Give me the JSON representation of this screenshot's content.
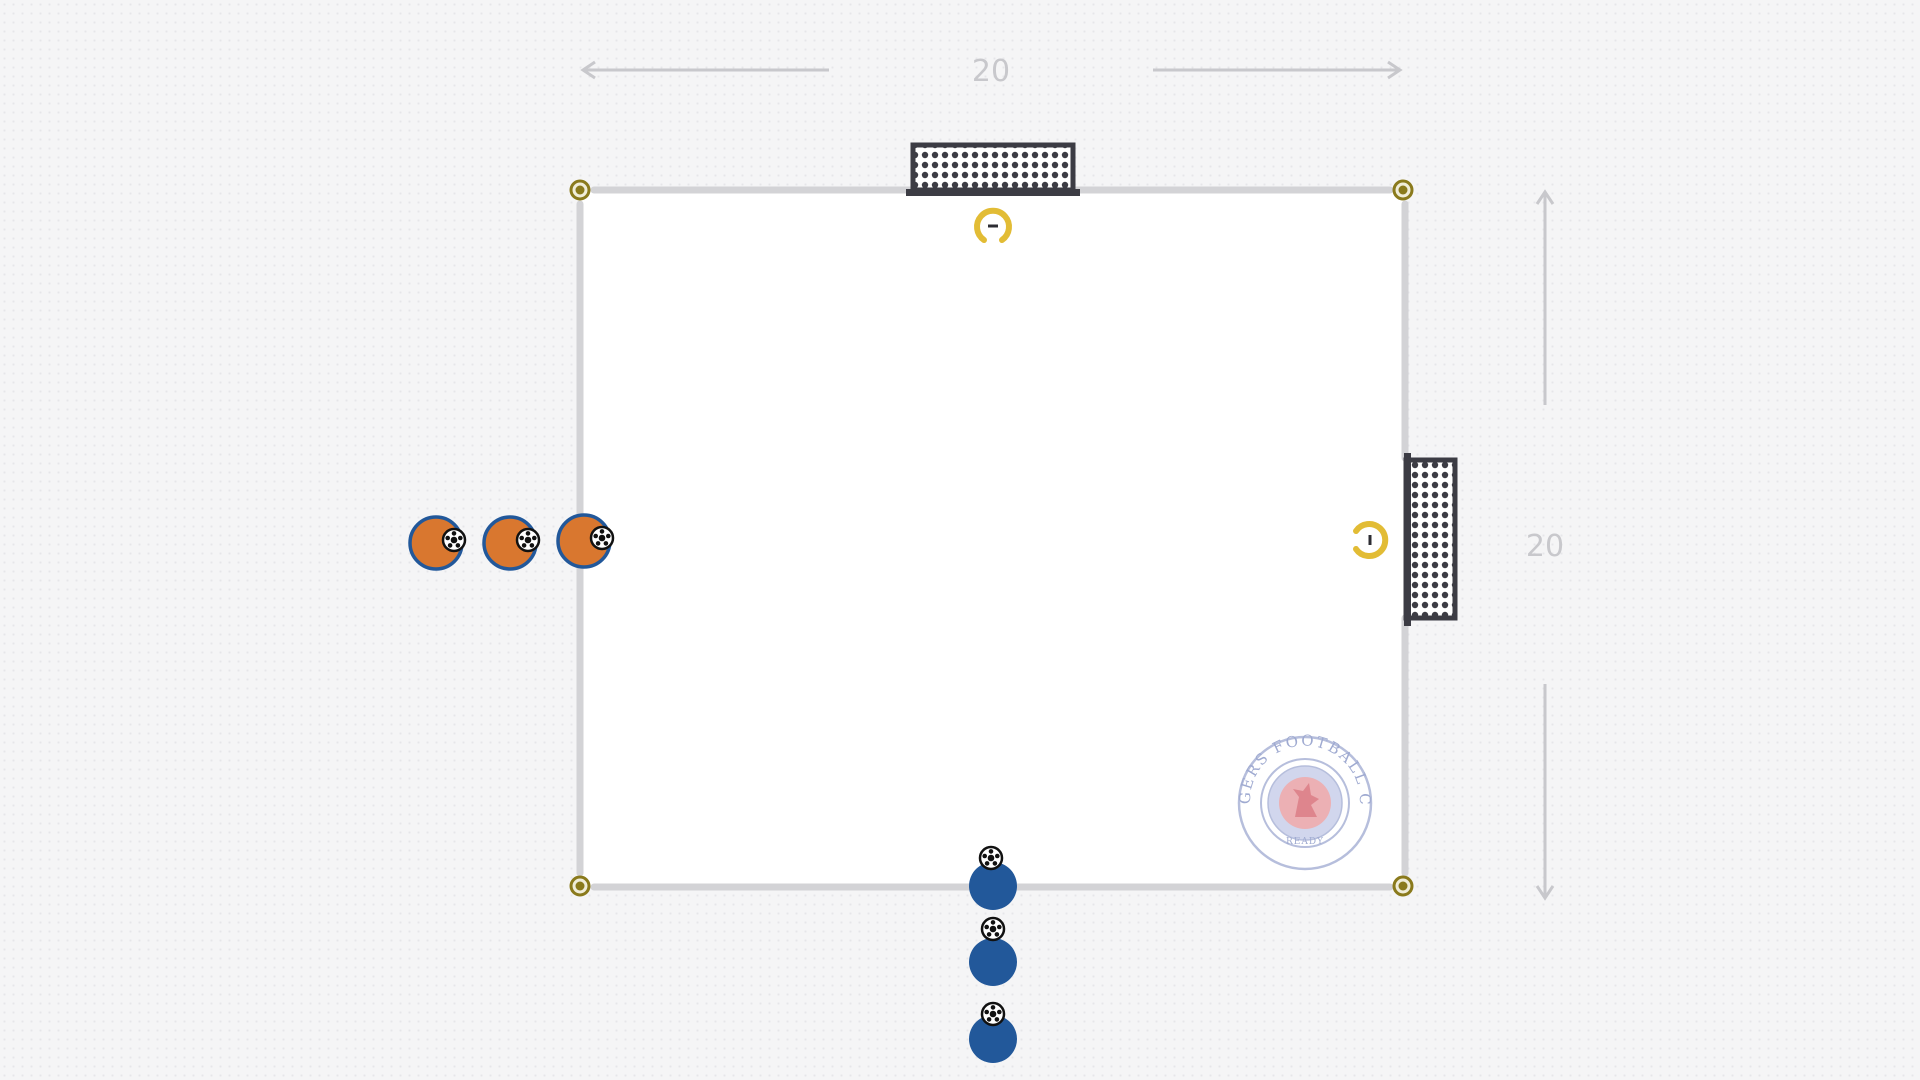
{
  "diagram": {
    "dimensions": {
      "width_label": "20",
      "height_label": "20"
    },
    "goalkeepers": [
      {
        "id": "top-goalkeeper",
        "number": "1",
        "facing": "down"
      },
      {
        "id": "right-goalkeeper",
        "number": "1",
        "facing": "left"
      }
    ],
    "teams": {
      "orange": {
        "color": "#d9772f",
        "players": 3,
        "each_with_ball": true
      },
      "blue": {
        "color": "#22589a",
        "players": 3,
        "each_with_ball": true
      }
    },
    "colors": {
      "pitch": "#ffffff",
      "boundary": "#d3d3d6",
      "cone": "#8a7a1c",
      "goal_frame": "#3c3c44",
      "goalkeeper": "#e2bc35",
      "dimension": "#c8c8cc"
    },
    "crest": {
      "ring_text": "RANGERS FOOTBALL CLUB",
      "motto": "READY"
    }
  }
}
